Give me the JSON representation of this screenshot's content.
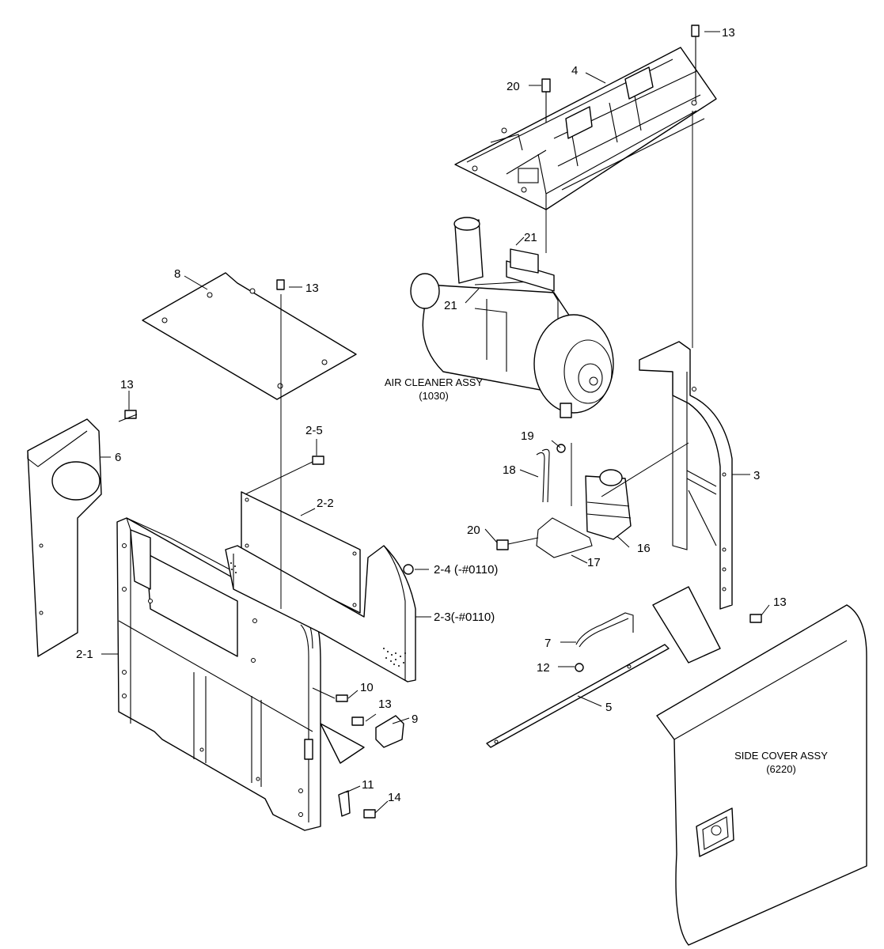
{
  "assemblies": {
    "air_cleaner": {
      "name": "AIR CLEANER ASSY",
      "ref": "(1030)"
    },
    "side_cover": {
      "name": "SIDE COVER ASSY",
      "ref": "(6220)"
    }
  },
  "callouts": {
    "c13_top": "13",
    "c4": "4",
    "c20_top": "20",
    "c21_upper": "21",
    "c21_lower": "21",
    "c8": "8",
    "c13_plate": "13",
    "c13_left": "13",
    "c6": "6",
    "c2_5": "2-5",
    "c2_2": "2-2",
    "c2_4": "2-4 (-#0110)",
    "c2_3": "2-3(-#0110)",
    "c2_1": "2-1",
    "c19": "19",
    "c18": "18",
    "c3": "3",
    "c20_mid": "20",
    "c16": "16",
    "c17": "17",
    "c13_right": "13",
    "c7": "7",
    "c12": "12",
    "c5": "5",
    "c10": "10",
    "c13_bottom": "13",
    "c9": "9",
    "c11": "11",
    "c14": "14"
  }
}
